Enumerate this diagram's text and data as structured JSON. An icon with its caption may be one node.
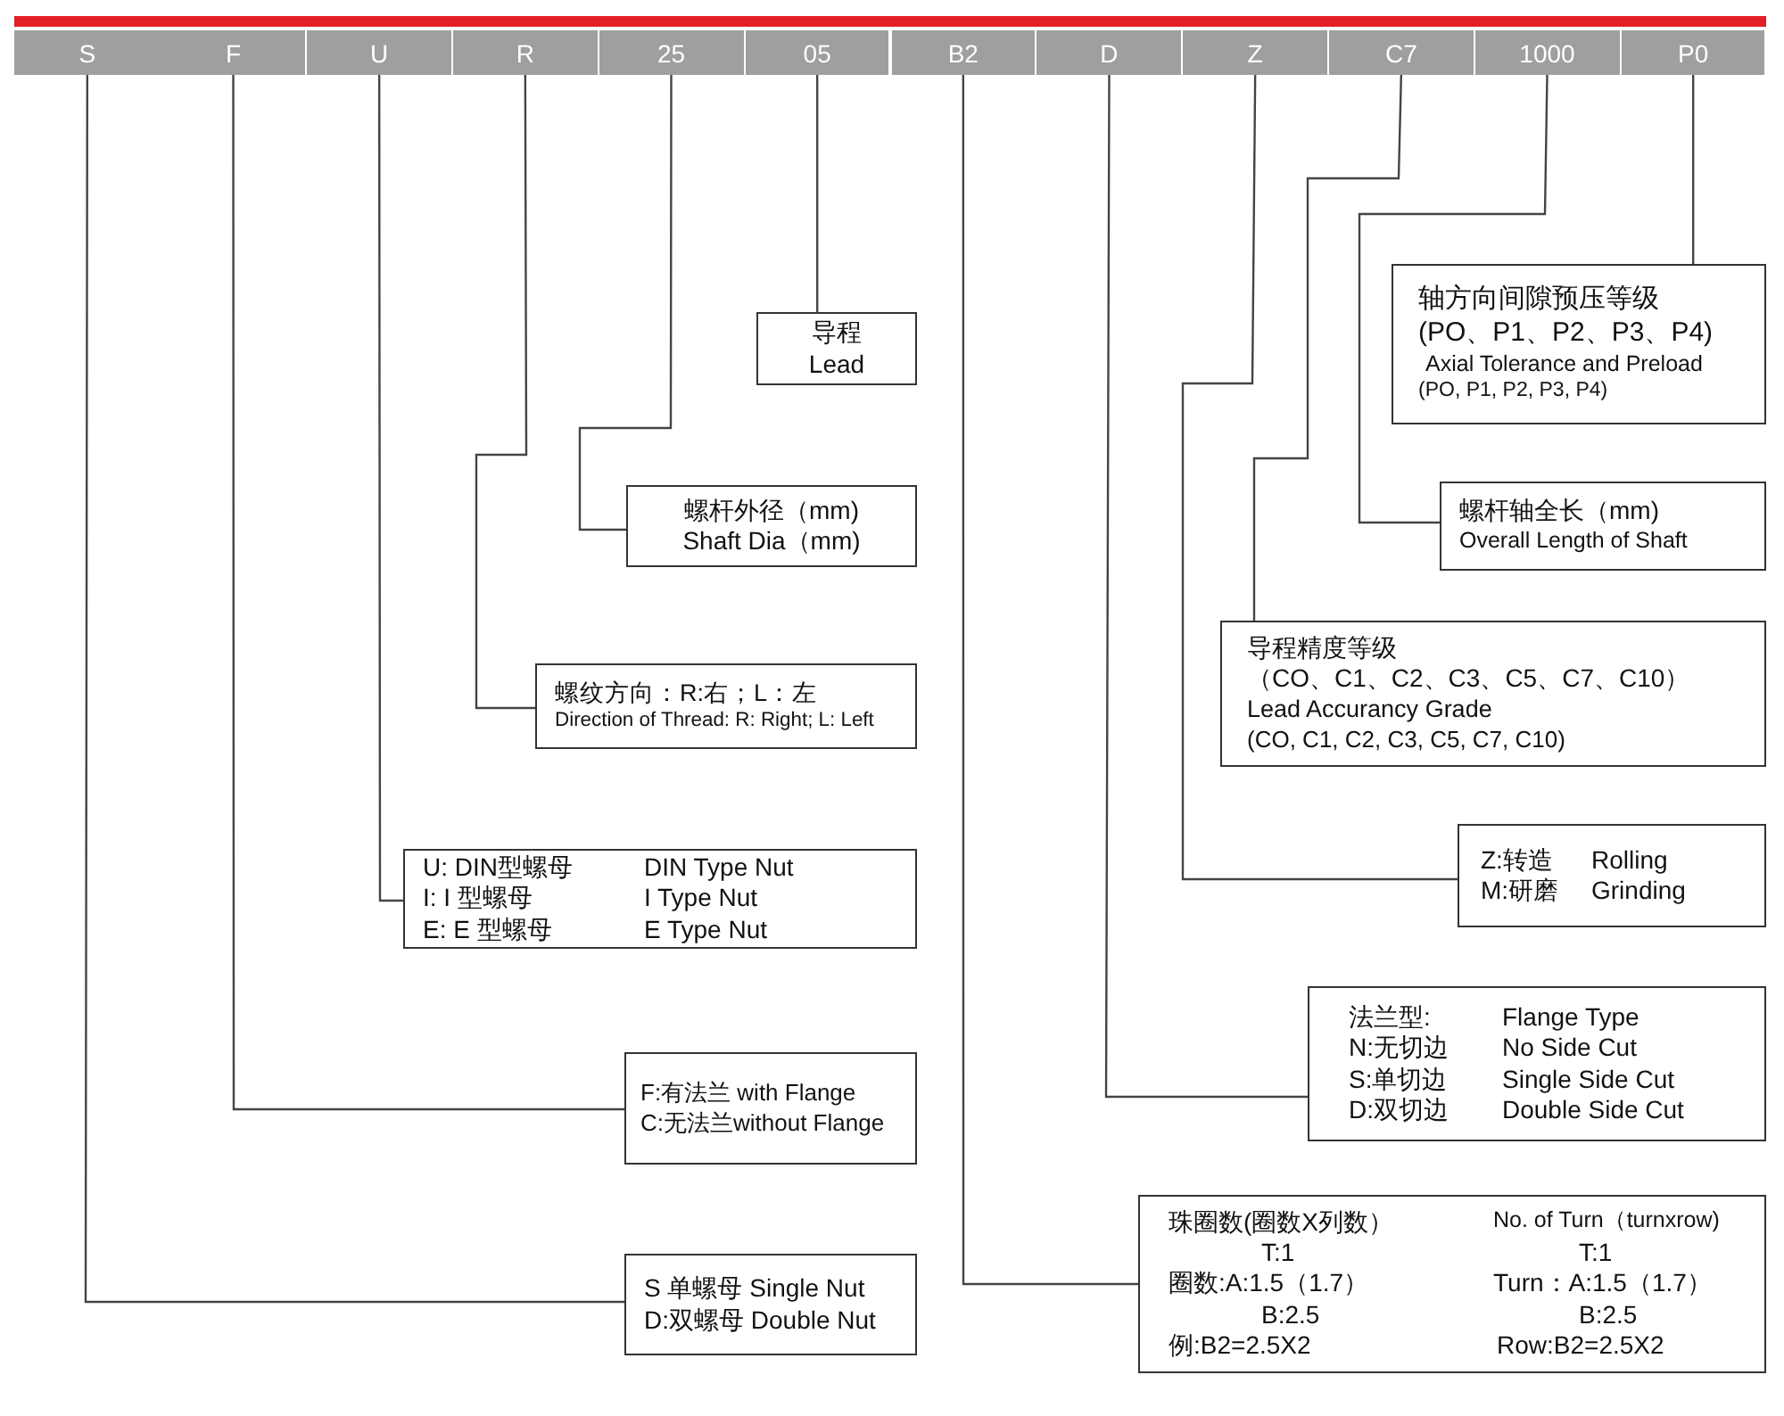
{
  "diagram": {
    "nodes": [
      {
        "text": [
          "S"
        ]
      },
      {
        "text": [
          "F"
        ]
      },
      {
        "text": [
          "U"
        ]
      },
      {
        "text": [
          "R"
        ]
      },
      {
        "text": [
          "25"
        ]
      },
      {
        "text": [
          "05"
        ]
      },
      {
        "text": [
          "B2"
        ]
      },
      {
        "text": [
          "D"
        ]
      },
      {
        "text": [
          "Z"
        ]
      },
      {
        "text": [
          "C7"
        ]
      },
      {
        "text": [
          "1000"
        ]
      },
      {
        "text": [
          "P0"
        ]
      },
      {
        "text": [
          "轴方向间隙预压等级",
          "(PO、P1、P2、P3、P4)",
          "Axial Tolerance and Preload",
          "(PO, P1, P2, P3, P4)"
        ]
      },
      {
        "text": [
          "导程",
          "Lead"
        ]
      },
      {
        "text": [
          "螺杆外径（mm)",
          "Shaft Dia（mm)"
        ]
      },
      {
        "text": [
          "螺杆轴全长（mm)",
          "Overall Length of Shaft"
        ]
      },
      {
        "text": [
          "导程精度等级",
          "（CO、C1、C2、C3、C5、C7、C10）",
          "Lead Accurancy Grade",
          "(CO, C1, C2, C3, C5, C7, C10)"
        ]
      },
      {
        "text": [
          "螺纹方向：R:右；L：左",
          "Direction of Thread: R: Right; L: Left"
        ]
      },
      {
        "text": [
          "Z:转造",
          "Rolling",
          "M:研磨",
          "Grinding"
        ]
      },
      {
        "text": [
          "U: DIN型螺母",
          "DIN Type Nut",
          "I: I 型螺母",
          "I Type Nut",
          "E: E 型螺母",
          "E Type Nut"
        ]
      },
      {
        "text": [
          "法兰型:",
          "Flange Type",
          "N:无切边",
          "No Side Cut",
          "S:单切边",
          "Single Side Cut",
          "D:双切边",
          "Double Side Cut"
        ]
      },
      {
        "text": [
          "F:有法兰 with Flange",
          "C:无法兰without Flange"
        ]
      },
      {
        "text": [
          "珠圈数(圈数X列数）",
          "No. of Turn（turnxrow)",
          "T:1",
          "T:1",
          "圈数:A:1.5（1.7）",
          "Turn：A:1.5（1.7）",
          "B:2.5",
          "B:2.5",
          "例:B2=2.5X2",
          "Row:B2=2.5X2"
        ]
      },
      {
        "text": [
          "S 单螺母 Single Nut",
          "D:双螺母 Double Nut"
        ]
      }
    ],
    "edges": [
      {
        "from": 11,
        "to": 12,
        "arrow": "none"
      },
      {
        "from": 5,
        "to": 13,
        "arrow": "none"
      },
      {
        "from": 4,
        "to": 14,
        "arrow": "none"
      },
      {
        "from": 10,
        "to": 15,
        "arrow": "none"
      },
      {
        "from": 9,
        "to": 16,
        "arrow": "none"
      },
      {
        "from": 3,
        "to": 17,
        "arrow": "none"
      },
      {
        "from": 8,
        "to": 18,
        "arrow": "none"
      },
      {
        "from": 2,
        "to": 19,
        "arrow": "none"
      },
      {
        "from": 7,
        "to": 20,
        "arrow": "none"
      },
      {
        "from": 1,
        "to": 21,
        "arrow": "none"
      },
      {
        "from": 6,
        "to": 22,
        "arrow": "none"
      },
      {
        "from": 0,
        "to": 23,
        "arrow": "none"
      }
    ]
  }
}
